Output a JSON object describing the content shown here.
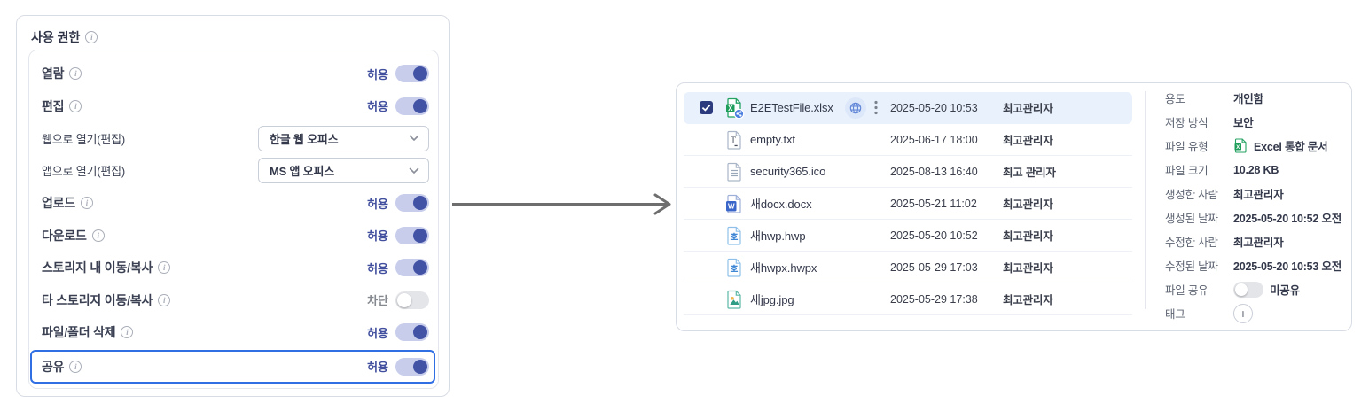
{
  "colors": {
    "accent_indigo": "#4252a5",
    "toggle_track_on": "#c7cdeb",
    "toggle_track_off": "#e4e5e9",
    "highlight_outline_blue": "#2f6ee3",
    "selected_row_bg": "#e9f1fc",
    "checkbox_navy": "#2c3b7e",
    "excel_green": "#1f9e5b",
    "share_badge_blue": "#4a7de0"
  },
  "permissions_panel": {
    "title": "사용 권한",
    "rows": [
      {
        "type": "toggle",
        "label": "열람",
        "has_info": true,
        "state_label": "허용",
        "on": true
      },
      {
        "type": "toggle",
        "label": "편집",
        "has_info": true,
        "state_label": "허용",
        "on": true
      },
      {
        "type": "select",
        "label": "웹으로 열기(편집)",
        "value": "한글 웹 오피스"
      },
      {
        "type": "select",
        "label": "앱으로 열기(편집)",
        "value": "MS 앱 오피스"
      },
      {
        "type": "toggle",
        "label": "업로드",
        "has_info": true,
        "state_label": "허용",
        "on": true
      },
      {
        "type": "toggle",
        "label": "다운로드",
        "has_info": true,
        "state_label": "허용",
        "on": true
      },
      {
        "type": "toggle",
        "label": "스토리지 내 이동/복사",
        "has_info": true,
        "state_label": "허용",
        "on": true
      },
      {
        "type": "toggle",
        "label": "타 스토리지 이동/복사",
        "has_info": true,
        "state_label": "차단",
        "on": false
      },
      {
        "type": "toggle",
        "label": "파일/폴더 삭제",
        "has_info": true,
        "state_label": "허용",
        "on": true
      },
      {
        "type": "toggle",
        "label": "공유",
        "has_info": true,
        "state_label": "허용",
        "on": true,
        "highlighted": true
      }
    ]
  },
  "file_panel": {
    "files": [
      {
        "name": "E2ETestFile.xlsx",
        "icon": "excel-shared",
        "date": "2025-05-20 10:53",
        "owner": "최고관리자",
        "selected": true
      },
      {
        "name": "empty.txt",
        "icon": "txt",
        "date": "2025-06-17 18:00",
        "owner": "최고관리자"
      },
      {
        "name": "security365.ico",
        "icon": "generic-doc",
        "date": "2025-08-13 16:40",
        "owner": "최고 관리자"
      },
      {
        "name": "새docx.docx",
        "icon": "word",
        "date": "2025-05-21 11:02",
        "owner": "최고관리자"
      },
      {
        "name": "새hwp.hwp",
        "icon": "hwp",
        "date": "2025-05-20 10:52",
        "owner": "최고관리자"
      },
      {
        "name": "새hwpx.hwpx",
        "icon": "hwp",
        "date": "2025-05-29 17:03",
        "owner": "최고관리자"
      },
      {
        "name": "새jpg.jpg",
        "icon": "image",
        "date": "2025-05-29 17:38",
        "owner": "최고관리자"
      }
    ]
  },
  "details_panel": {
    "rows": [
      {
        "label": "용도",
        "value": "개인함"
      },
      {
        "label": "저장 방식",
        "value": "보안"
      },
      {
        "label": "파일 유형",
        "value": "Excel 통합 문서",
        "icon": "excel-mini"
      },
      {
        "label": "파일 크기",
        "value": "10.28 KB"
      },
      {
        "label": "생성한 사람",
        "value": "최고관리자"
      },
      {
        "label": "생성된 날짜",
        "value": "2025-05-20 10:52 오전"
      },
      {
        "label": "수정한 사람",
        "value": "최고관리자"
      },
      {
        "label": "수정된 날짜",
        "value": "2025-05-20 10:53 오전"
      },
      {
        "label": "파일 공유",
        "value": "미공유",
        "control": "toggle-off"
      },
      {
        "label": "태그",
        "control": "add-button",
        "add_label": "+"
      }
    ]
  }
}
